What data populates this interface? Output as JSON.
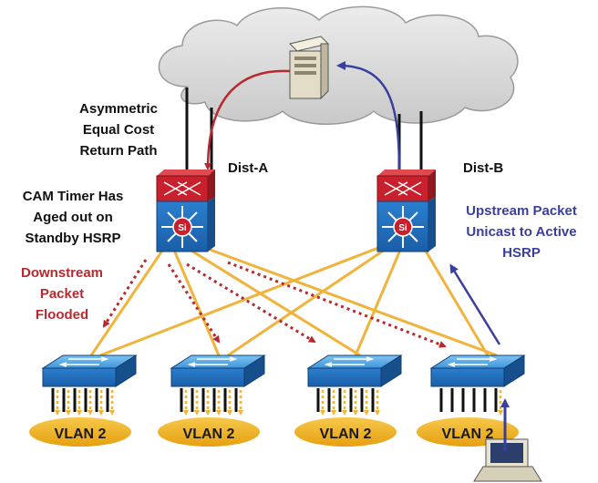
{
  "labels": {
    "left_note": [
      "Asymmetric",
      "Equal Cost",
      "Return Path"
    ],
    "cam_note": [
      "CAM Timer Has",
      "Aged out on",
      "Standby HSRP"
    ],
    "downstream_note": [
      "Downstream",
      "Packet",
      "Flooded"
    ],
    "upstream_note": [
      "Upstream Packet",
      "Unicast to Active",
      "HSRP"
    ],
    "dist_a": "Dist-A",
    "dist_b": "Dist-B",
    "si": "Si"
  },
  "vlans": [
    "VLAN 2",
    "VLAN 2",
    "VLAN 2",
    "VLAN 2"
  ],
  "colors": {
    "cloud": "#d9d9d9",
    "orange_link": "#f0b43c",
    "flood_red": "#b8292f",
    "upstream_blue": "#3a3f9e",
    "switch_blue": "#2a78c8",
    "switch_red": "#c8202c",
    "vlan_ellipse": "#f2b21c",
    "text_dark": "#111111"
  },
  "icons": [
    "server-icon",
    "laptop-icon",
    "router-switch-icon",
    "access-switch-icon"
  ]
}
